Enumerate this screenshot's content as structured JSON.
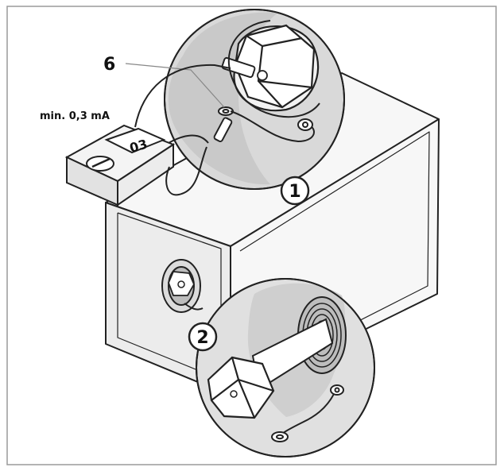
{
  "labels": {
    "callout_6": "6",
    "current": "min. 0,3 mA",
    "meter_reading": "03",
    "step_1": "1",
    "step_2": "2"
  },
  "icons": {
    "multimeter": "multimeter-icon",
    "hex_nut": "hex-nut-icon",
    "ring_terminal": "ring-terminal-icon"
  },
  "colors": {
    "line": "#222222",
    "box_fill": "#f7f7f7",
    "box_side": "#ececec",
    "magnifier_fill": "#d9d9d9",
    "highlight": "#c9c9c9"
  }
}
